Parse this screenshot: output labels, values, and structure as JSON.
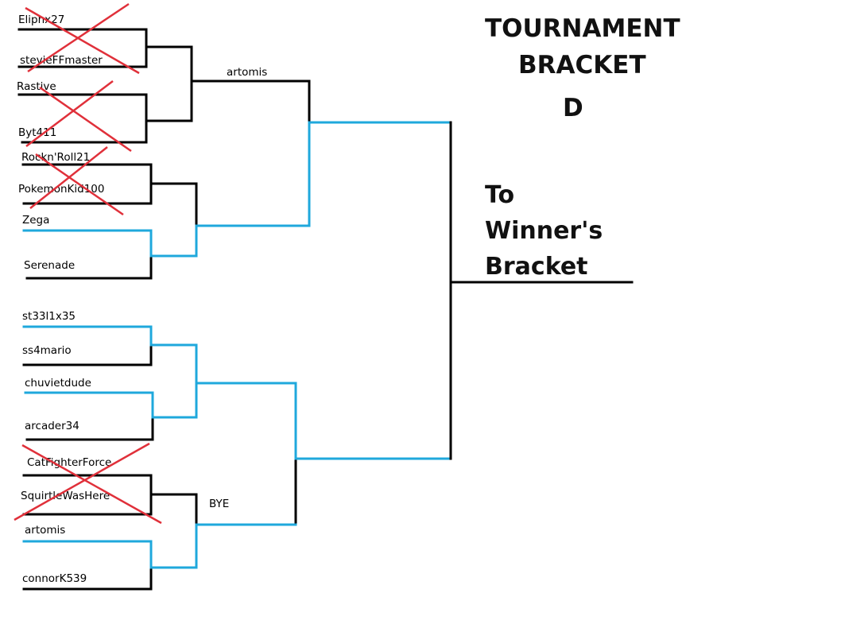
{
  "title": {
    "line1": "TOURNAMENT",
    "line2": "BRACKET",
    "group": "D"
  },
  "advance_label": {
    "line1": "To",
    "line2": "Winner's",
    "line3": "Bracket"
  },
  "colors": {
    "line": "#000000",
    "winner_path": "#1fa8dc",
    "eliminated_x": "#e0303a"
  },
  "round1": [
    {
      "top": "Eliphx27",
      "bottom": "stevieFFmaster",
      "eliminated": true
    },
    {
      "top": "Rastive",
      "bottom": "Byt411",
      "eliminated": true
    },
    {
      "top": "Rockn'Roll21",
      "bottom": "PokemonKid100",
      "eliminated": true
    },
    {
      "top": "Zega",
      "bottom": "Serenade",
      "eliminated": false,
      "winner": "Zega"
    },
    {
      "top": "st33l1x35",
      "bottom": "ss4mario",
      "eliminated": false,
      "winner": "st33l1x35"
    },
    {
      "top": "chuvietdude",
      "bottom": "arcader34",
      "eliminated": false,
      "winner": "chuvietdude"
    },
    {
      "top": "CatFighterForce",
      "bottom": "SquirtleWasHere",
      "eliminated": true
    },
    {
      "top": "artomis",
      "bottom": "connorK539",
      "eliminated": false,
      "winner": "artomis"
    }
  ],
  "round2_labels": {
    "upper": "artomis",
    "lower_bye": "BYE"
  }
}
